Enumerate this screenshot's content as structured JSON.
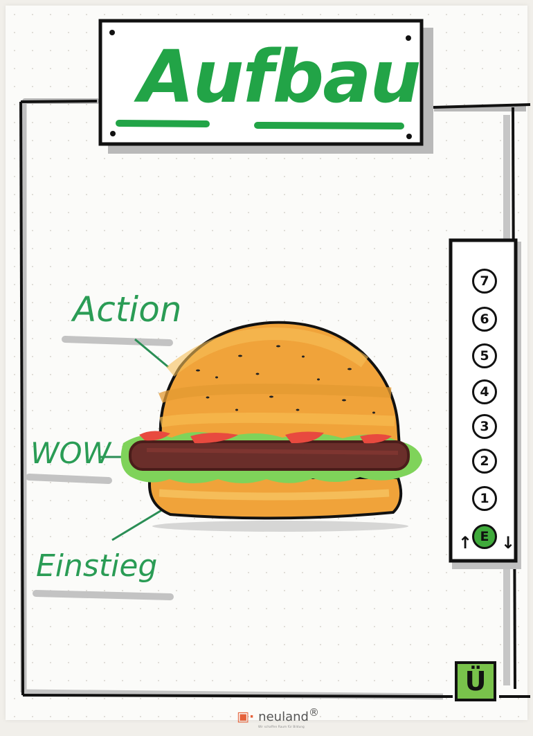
{
  "title": "Aufbau",
  "labels": {
    "action": "Action",
    "wow": "WOW",
    "einstieg": "Einstieg"
  },
  "steps": [
    "7",
    "6",
    "5",
    "4",
    "3",
    "2",
    "1",
    "E"
  ],
  "arrows": {
    "up": "↑",
    "down": "↓"
  },
  "u_box": "Ü",
  "logo": {
    "mark": "▣·",
    "text": "neuland",
    "registered": "®",
    "tagline": "Wir schaffen Raum für Bildung"
  },
  "colors": {
    "green_text": "#22a447",
    "bun": "#f0a33a",
    "patty": "#6a2e2a",
    "lettuce": "#7fd35a",
    "tomato": "#e84a3f",
    "u_box": "#79c24b"
  },
  "icons": [
    "burger-illustration",
    "tack-icon",
    "up-arrow-icon",
    "down-arrow-icon",
    "brand-logo-icon"
  ]
}
